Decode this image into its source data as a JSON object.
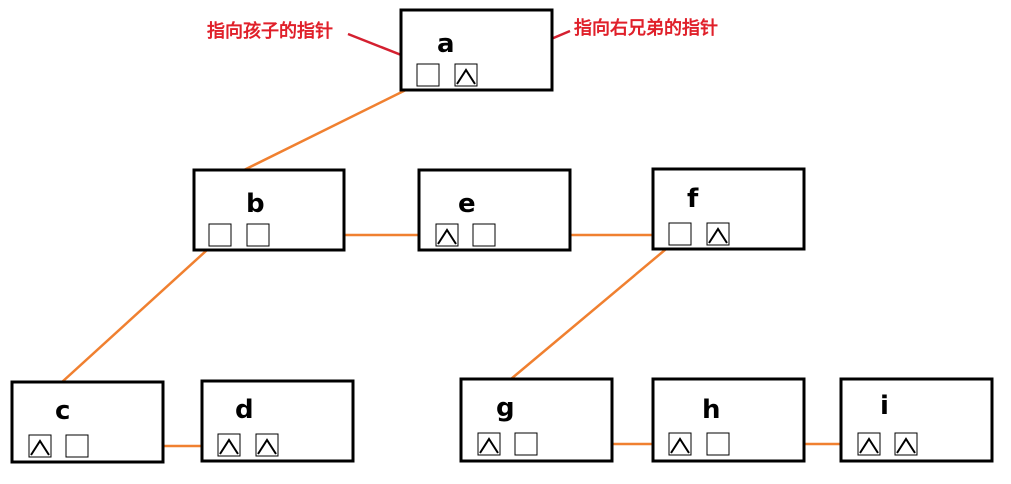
{
  "annotations": {
    "child_pointer": "指向孩子的指针",
    "sibling_pointer": "指向右兄弟的指针"
  },
  "colors": {
    "link": "#f08030",
    "annotation_text": "#e0202a",
    "annotation_line": "#d42030",
    "node_border": "#000000"
  },
  "nodes": [
    {
      "id": "a",
      "label": "a",
      "child_null": false,
      "sibling_null": true
    },
    {
      "id": "b",
      "label": "b",
      "child_null": false,
      "sibling_null": false
    },
    {
      "id": "e",
      "label": "e",
      "child_null": true,
      "sibling_null": false
    },
    {
      "id": "f",
      "label": "f",
      "child_null": false,
      "sibling_null": true
    },
    {
      "id": "c",
      "label": "c",
      "child_null": true,
      "sibling_null": false
    },
    {
      "id": "d",
      "label": "d",
      "child_null": true,
      "sibling_null": true
    },
    {
      "id": "g",
      "label": "g",
      "child_null": true,
      "sibling_null": false
    },
    {
      "id": "h",
      "label": "h",
      "child_null": true,
      "sibling_null": false
    },
    {
      "id": "i",
      "label": "i",
      "child_null": true,
      "sibling_null": true
    }
  ],
  "edges": [
    {
      "from": "a",
      "to": "b",
      "kind": "child"
    },
    {
      "from": "b",
      "to": "c",
      "kind": "child"
    },
    {
      "from": "b",
      "to": "e",
      "kind": "sibling"
    },
    {
      "from": "e",
      "to": "f",
      "kind": "sibling"
    },
    {
      "from": "f",
      "to": "g",
      "kind": "child"
    },
    {
      "from": "c",
      "to": "d",
      "kind": "sibling"
    },
    {
      "from": "g",
      "to": "h",
      "kind": "sibling"
    },
    {
      "from": "h",
      "to": "i",
      "kind": "sibling"
    }
  ]
}
